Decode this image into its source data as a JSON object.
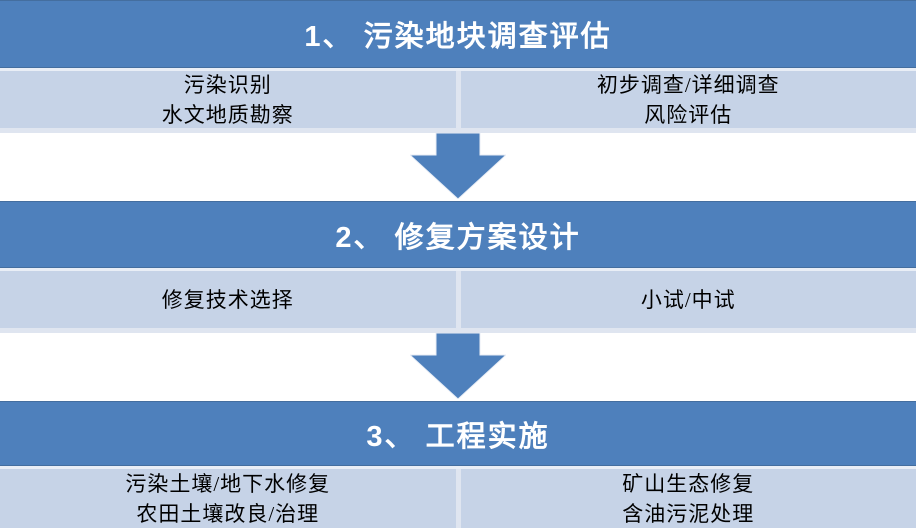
{
  "colors": {
    "header-blue": "#4e80bc",
    "header-edge": "#446e9f",
    "cell-blue": "#c6d3e7",
    "divider-light": "#dfe5f0",
    "gap-light": "#e9eef6",
    "header-text": "#ffffff",
    "body-text": "#000000"
  },
  "flow": {
    "steps": [
      {
        "title": "1、 污染地块调查评估",
        "left": [
          "污染识别",
          "水文地质勘察"
        ],
        "right": [
          "初步调查/详细调查",
          "风险评估"
        ]
      },
      {
        "title": "2、 修复方案设计",
        "left": [
          "修复技术选择"
        ],
        "right": [
          "小试/中试"
        ]
      },
      {
        "title": "3、 工程实施",
        "left": [
          "污染土壤/地下水修复",
          "农田土壤改良/治理"
        ],
        "right": [
          "矿山生态修复",
          "含油污泥处理"
        ]
      }
    ]
  }
}
